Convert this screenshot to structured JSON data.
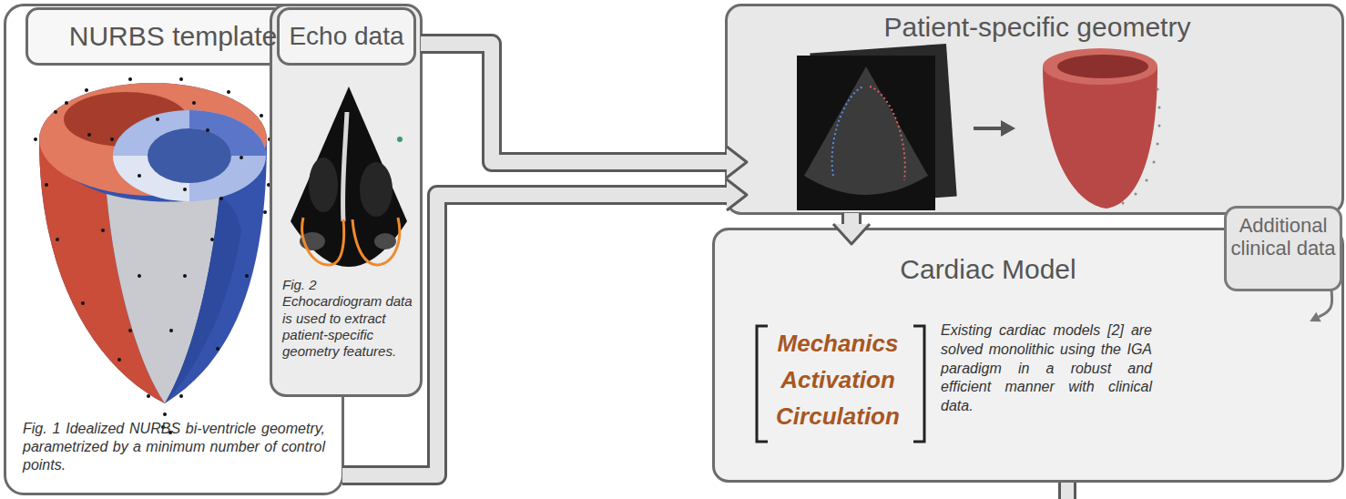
{
  "diagram": {
    "nodes": [
      {
        "text": [
          "Fig. 1 Idealized NURBS bi-ventricle geometry, parametrized by a minimum number of control points."
        ]
      },
      {
        "text": [
          "NURBS template"
        ],
        "in": 0
      },
      {
        "text": [
          "Fig. 2 Echocardiogram data is used to extract patient-specific geometry features."
        ]
      },
      {
        "text": [
          "Echo data"
        ],
        "in": 2
      },
      {
        "text": [
          "Patient-specific geometry"
        ]
      },
      {
        "text": [
          "Cardiac Model",
          "Mechanics",
          "Activation",
          "Circulation",
          "Existing cardiac models [2] are solved monolithic using the IGA paradigm in a robust and efficient manner with clinical data."
        ]
      },
      {
        "text": [
          "Additional clinical data"
        ]
      }
    ],
    "edges": [
      {
        "from": 0,
        "to": 4,
        "arrow": "to"
      },
      {
        "from": 2,
        "to": 4,
        "arrow": "to"
      },
      {
        "from": 4,
        "to": 5,
        "arrow": "to"
      },
      {
        "from": 6,
        "to": 5,
        "arrow": "to"
      }
    ]
  }
}
